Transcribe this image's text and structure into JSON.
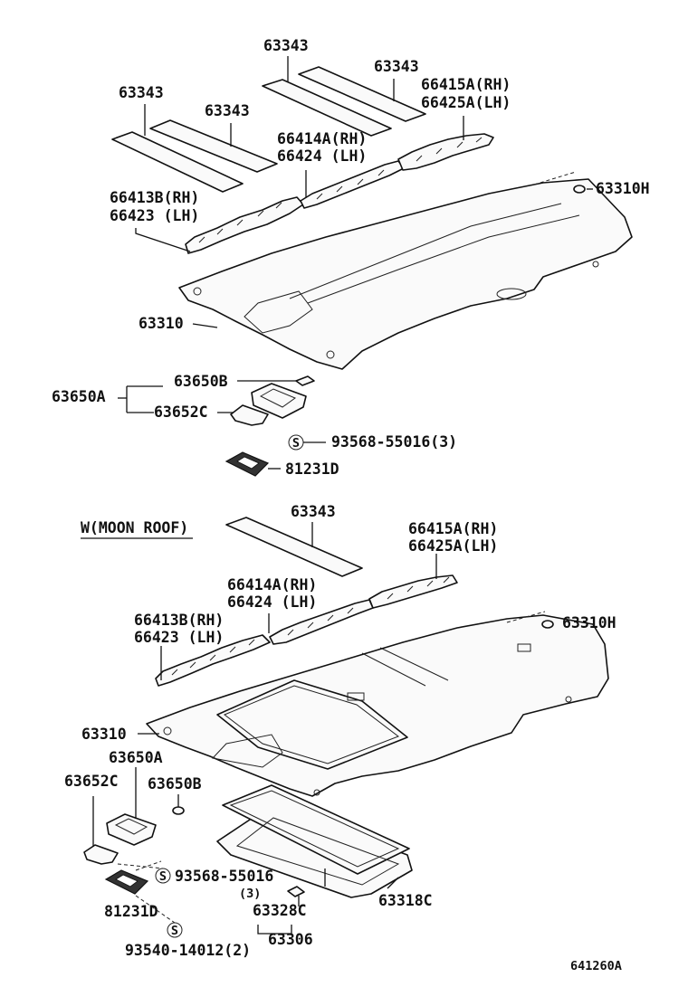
{
  "upper": {
    "felt_1": "63343",
    "felt_2": "63343",
    "felt_3": "63343",
    "felt_4": "63343",
    "bracket_rear_rh": "66415A(RH)",
    "bracket_rear_lh": "66425A(LH)",
    "bracket_mid_rh": "66414A(RH)",
    "bracket_mid_lh": "66424  (LH)",
    "bracket_front_rh": "66413B(RH)",
    "bracket_front_lh": "66423  (LH)",
    "clip": "63310H",
    "headliner": "63310",
    "lamp_assy": "63650A",
    "lamp_lens": "63650B",
    "lamp_base": "63652C",
    "screw": "93568-55016(3)",
    "console": "81231D"
  },
  "lower": {
    "section_title": "W(MOON ROOF)",
    "felt": "63343",
    "bracket_rear_rh": "66415A(RH)",
    "bracket_rear_lh": "66425A(LH)",
    "bracket_mid_rh": "66414A(RH)",
    "bracket_mid_lh": "66424  (LH)",
    "bracket_front_rh": "66413B(RH)",
    "bracket_front_lh": "66423  (LH)",
    "clip": "63310H",
    "headliner": "63310",
    "lamp_assy": "63650A",
    "lamp_base": "63652C",
    "lamp_lens": "63650B",
    "screw": "93568-55016",
    "screw_qty": "(3)",
    "console": "81231D",
    "screw_2": "93540-14012(2)",
    "sunshade_clip": "63328C",
    "sunshade": "63306",
    "sunshade_panel": "63318C"
  },
  "figure_code": "641260A",
  "screw_symbol": "S"
}
